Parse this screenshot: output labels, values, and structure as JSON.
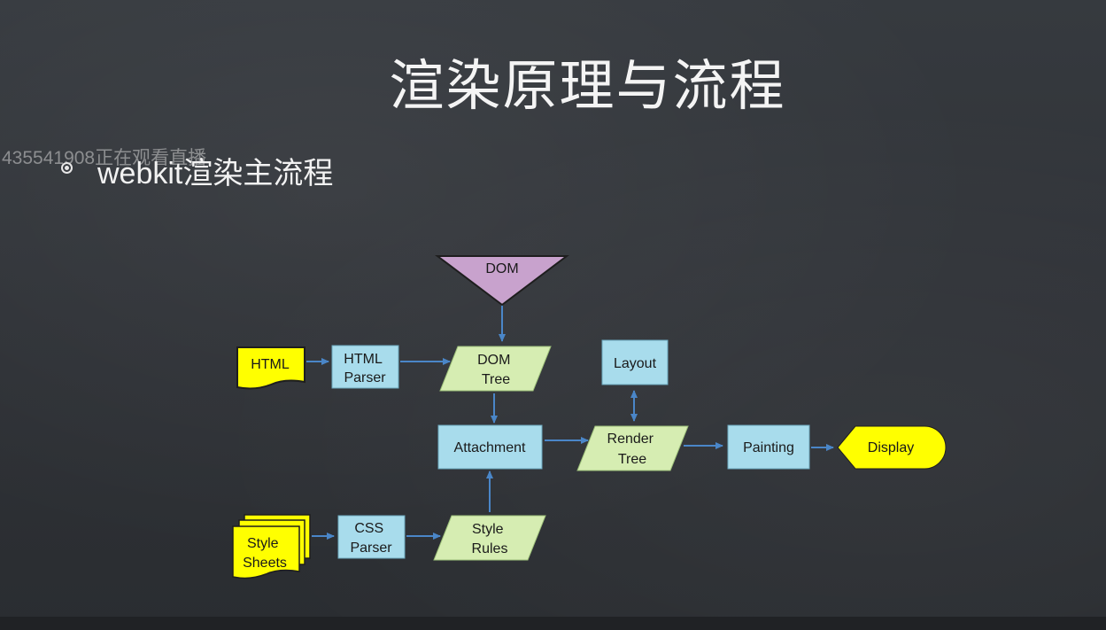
{
  "slide": {
    "title": "渲染原理与流程",
    "watermark": "435541908正在观看直播",
    "bullet": "webkit渲染主流程"
  },
  "diagram": {
    "nodes": {
      "dom": "DOM",
      "html": "HTML",
      "html_parser": [
        "HTML",
        "Parser"
      ],
      "dom_tree": [
        "DOM",
        "Tree"
      ],
      "layout": "Layout",
      "attachment": "Attachment",
      "render_tree": [
        "Render",
        "Tree"
      ],
      "painting": "Painting",
      "display": "Display",
      "style_sheets": [
        "Style",
        "Sheets"
      ],
      "css_parser": [
        "CSS",
        "Parser"
      ],
      "style_rules": [
        "Style",
        "Rules"
      ]
    },
    "colors": {
      "process": "#a8dcec",
      "data": "#d6edb2",
      "document": "#ffff00",
      "dom_triangle": "#c8a2cd",
      "arrow": "#4a86c8"
    }
  }
}
